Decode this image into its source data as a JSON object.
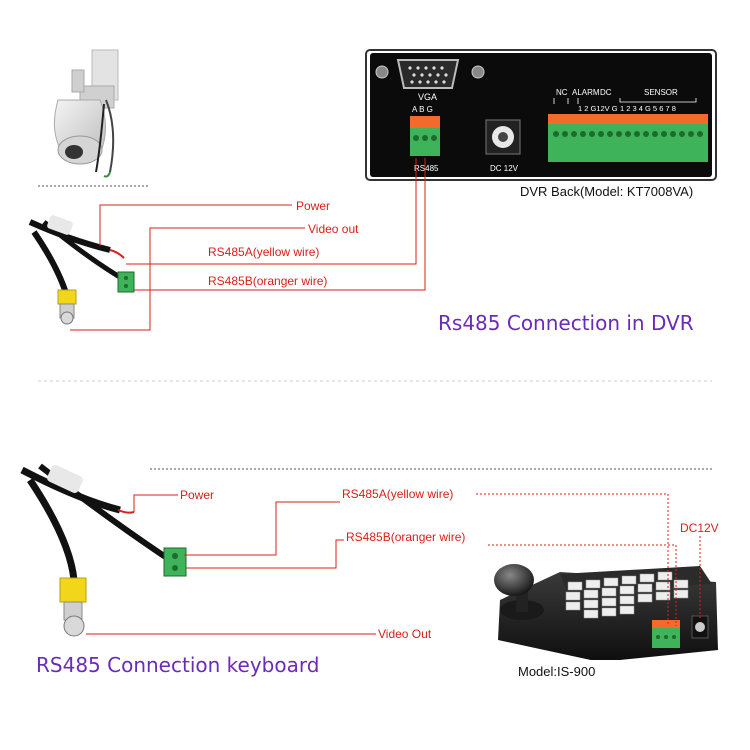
{
  "top": {
    "vga_label": "VGA",
    "vga_pins": "A  B  G",
    "rs485_label": "RS485",
    "dc12v_label": "DC 12V",
    "nc_label": "NC",
    "alarm_label": "ALARM",
    "dc_label": "DC",
    "sensor_label": "SENSOR",
    "alarm_pins": "1  2  G12V G",
    "sensor_pins": "1  2  3  4  G  5  6  7  8",
    "dvr_caption": "DVR Back(Model: KT7008VA)",
    "power": "Power",
    "video_out": "Video out",
    "rs485a": "RS485A(yellow wire)",
    "rs485b": "RS485B(oranger wire)",
    "section_title": "Rs485 Connection in DVR"
  },
  "bottom": {
    "power": "Power",
    "rs485a": "RS485A(yellow wire)",
    "rs485b": "RS485B(oranger wire)",
    "dc12v": "DC12V",
    "video_out": "Video Out",
    "model": "Model:IS-900",
    "section_title": "RS485 Connection keyboard"
  },
  "colors": {
    "label_red": "#d9201a",
    "title_purple": "#6a2bb8",
    "terminal_green": "#3fb35a",
    "terminal_orange": "#f26b2a",
    "connector_yellow": "#f2d61a"
  }
}
